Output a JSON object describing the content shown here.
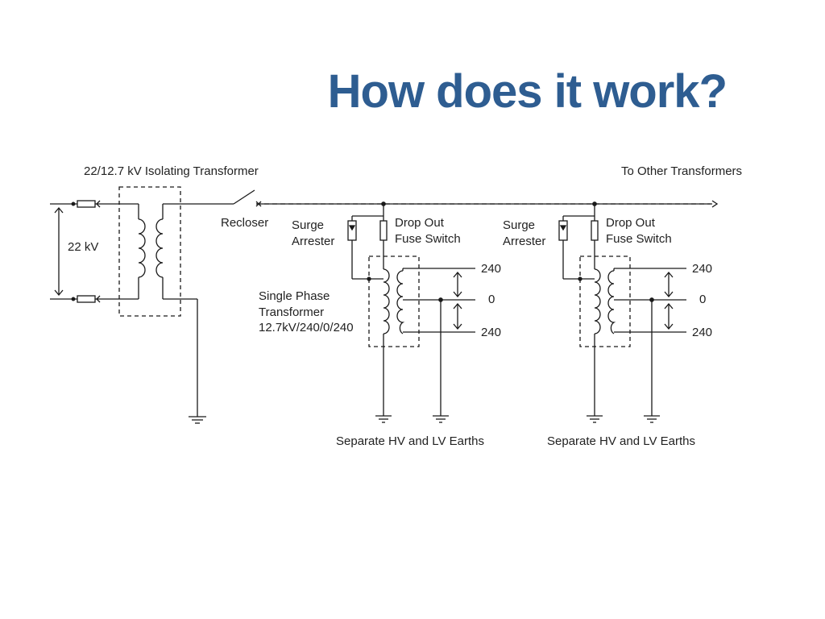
{
  "slide": {
    "title": "How does it work?",
    "title_color": "#2e5d91"
  },
  "diagram": {
    "line_color": "#1a1a1a",
    "labels": {
      "isolating_transformer": "22/12.7 kV Isolating Transformer",
      "to_other_transformers": "To Other Transformers",
      "input_voltage": "22 kV",
      "recloser": "Recloser",
      "single_phase_transformer": [
        "Single Phase",
        "Transformer",
        "12.7kV/240/0/240"
      ],
      "units": [
        {
          "surge_arrester": [
            "Surge",
            "Arrester"
          ],
          "drop_out_fuse": [
            "Drop Out",
            "Fuse Switch"
          ],
          "outputs": [
            "240",
            "0",
            "240"
          ],
          "earths": "Separate HV and LV Earths"
        },
        {
          "surge_arrester": [
            "Surge",
            "Arrester"
          ],
          "drop_out_fuse": [
            "Drop Out",
            "Fuse Switch"
          ],
          "outputs": [
            "240",
            "0",
            "240"
          ],
          "earths": "Separate HV and LV Earths"
        }
      ]
    }
  }
}
